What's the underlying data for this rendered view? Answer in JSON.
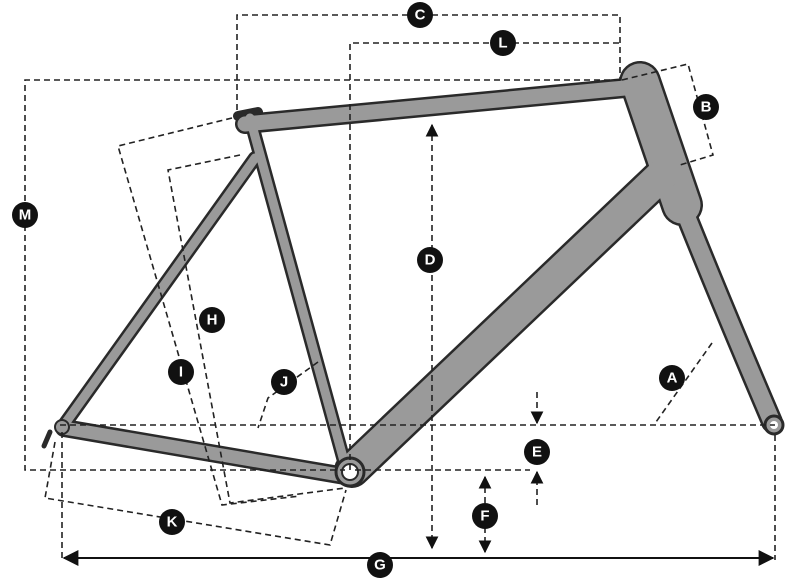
{
  "title": "Bike frame geometry diagram",
  "colors": {
    "frame_fill": "#9a9a9a",
    "frame_outline": "#2a2a2a",
    "label_bg": "#111111",
    "label_text": "#ffffff"
  },
  "labels": {
    "A": "A",
    "B": "B",
    "C": "C",
    "D": "D",
    "E": "E",
    "F": "F",
    "G": "G",
    "H": "H",
    "I": "I",
    "J": "J",
    "K": "K",
    "L": "L",
    "M": "M"
  }
}
